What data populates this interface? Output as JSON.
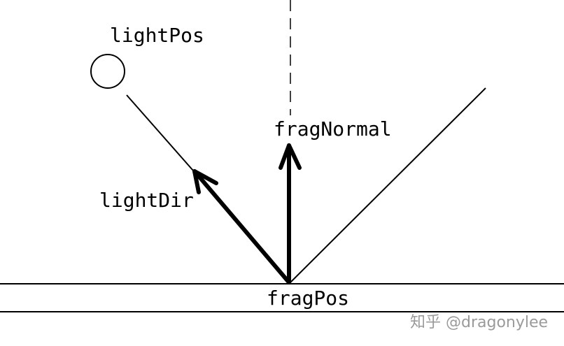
{
  "labels": {
    "light_pos": "lightPos",
    "light_dir": "lightDir",
    "frag_normal": "fragNormal",
    "frag_pos": "fragPos"
  },
  "watermark": "知乎 @dragonylee",
  "colors": {
    "stroke": "#000000",
    "background": "#ffffff",
    "watermark": "#9a9a9a"
  }
}
